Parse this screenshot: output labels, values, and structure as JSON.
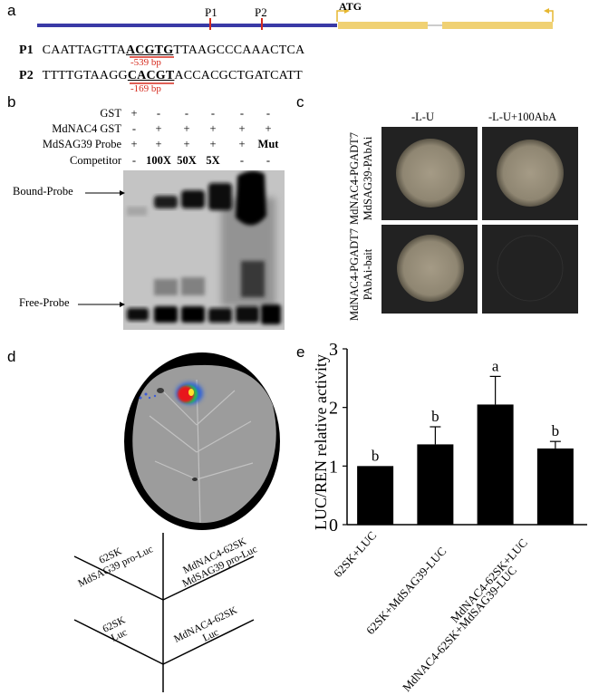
{
  "panel_a": {
    "letter": "a",
    "p1_marker": "P1",
    "p2_marker": "P2",
    "atg_label": "ATG",
    "seq1": {
      "label": "P1",
      "pre": "CAATTAGTTA",
      "motif": "ACGTG",
      "post": "TTAAGCCCAAACTCA",
      "position": "-539 bp"
    },
    "seq2": {
      "label": "P2",
      "pre": "TTTTGTAAGG",
      "motif": "CACGT",
      "post": "ACCACGCTGATCATT",
      "position": "-169 bp"
    }
  },
  "panel_b": {
    "letter": "b",
    "rows": [
      {
        "label": "GST",
        "marks": [
          "+",
          "-",
          "-",
          "-",
          "-",
          "-"
        ]
      },
      {
        "label": "MdNAC4 GST",
        "marks": [
          "-",
          "+",
          "+",
          "+",
          "+",
          "+"
        ]
      },
      {
        "label": "MdSAG39 Probe",
        "marks": [
          "+",
          "+",
          "+",
          "+",
          "+",
          "Mut"
        ]
      },
      {
        "label": "Competitor",
        "marks": [
          "-",
          "100X",
          "50X",
          "5X",
          "-",
          "-"
        ]
      }
    ],
    "bound_label": "Bound-Probe",
    "free_label": "Free-Probe"
  },
  "panel_c": {
    "letter": "c",
    "col1": "-L-U",
    "col2": "-L-U+100AbA",
    "row1_a": "MdNAC4-PGADT7",
    "row1_b": "MdSAG39-PAbAi",
    "row2_a": "MdNAC4-PGADT7",
    "row2_b": "PAbAi-bait"
  },
  "panel_d": {
    "letter": "d",
    "tl": [
      "62SK",
      "MdSAG39 pro-Luc"
    ],
    "tr": [
      "MdNAC4-62SK",
      "MdSAG39 pro-Luc"
    ],
    "bl": [
      "62SK",
      "Luc"
    ],
    "br": [
      "MdNAC4-62SK",
      "Luc"
    ]
  },
  "panel_e": {
    "letter": "e"
  },
  "chart_data": {
    "type": "bar",
    "categories": [
      "62SK+LUC",
      "62SK+MdSAG39-LUC",
      "MdNAC4-62SK+MdSAG39-LUC",
      "MdNAC4-62SK+LUC"
    ],
    "values": [
      1.0,
      1.37,
      2.05,
      1.3
    ],
    "errors": [
      0.0,
      0.3,
      0.48,
      0.12
    ],
    "significance": [
      "b",
      "b",
      "a",
      "b"
    ],
    "ylabel": "LUC/REN relative activity",
    "ylim": [
      0,
      3
    ],
    "yticks": [
      "0",
      "1",
      "2",
      "3"
    ],
    "bar_color": "#000000"
  }
}
